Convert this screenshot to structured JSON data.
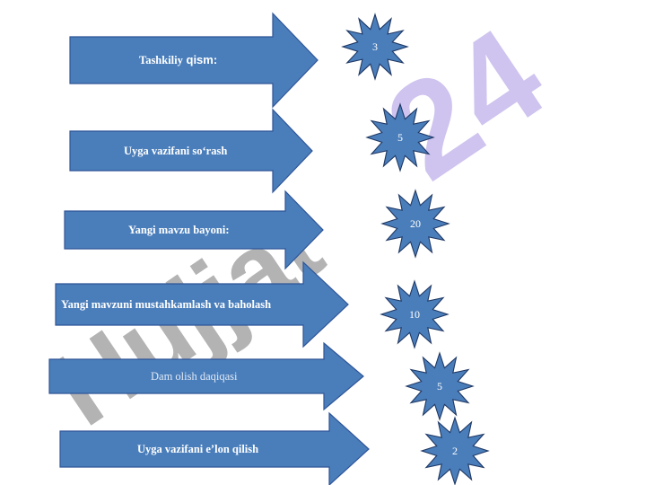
{
  "colors": {
    "arrow_fill": "#4a7ebb",
    "arrow_stroke": "#2f5597",
    "star_fill": "#4a7ebb",
    "watermark_gray": "#9a9a9a",
    "watermark_violet": "#c7b8ec"
  },
  "watermark": {
    "brand": "Hujjat",
    "number": "24"
  },
  "steps": [
    {
      "label": "Tashkiliy",
      "label_suffix": "qism:",
      "minutes": "3"
    },
    {
      "label": "Uyga vazifani so‘rash",
      "minutes": "5"
    },
    {
      "label": "Yangi mavzu bayoni:",
      "minutes": "20"
    },
    {
      "label": "Yangi  mavzuni mustahkamlash va baholash",
      "minutes": "10"
    },
    {
      "label": "Dam olish daqiqasi",
      "minutes": "5"
    },
    {
      "label": "Uyga vazifani e’lon qilish",
      "minutes": "2"
    }
  ]
}
